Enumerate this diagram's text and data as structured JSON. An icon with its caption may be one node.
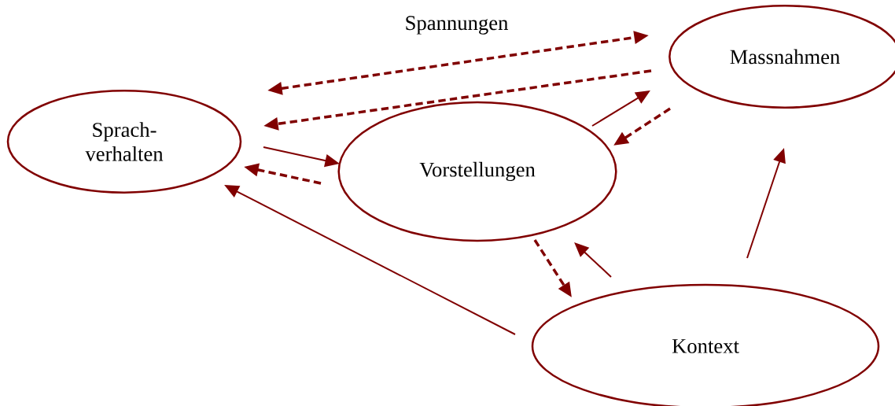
{
  "diagram": {
    "nodes": [
      {
        "text": [
          "Sprach- verhalten"
        ]
      },
      {
        "text": [
          "Massnahmen"
        ]
      },
      {
        "text": [
          "Vorstellungen"
        ]
      },
      {
        "text": [
          "Kontext"
        ]
      }
    ],
    "edges": [
      {
        "from": 0,
        "to": 1,
        "arrow": "both",
        "style": "dashed",
        "label": "Spannungen"
      },
      {
        "from": 1,
        "to": 0,
        "arrow": "to",
        "style": "dashed"
      },
      {
        "from": 0,
        "to": 2,
        "arrow": "to"
      },
      {
        "from": 2,
        "to": 0,
        "arrow": "to",
        "style": "dashed"
      },
      {
        "from": 2,
        "to": 1,
        "arrow": "to"
      },
      {
        "from": 1,
        "to": 2,
        "arrow": "to",
        "style": "dashed"
      },
      {
        "from": 2,
        "to": 3,
        "arrow": "to",
        "style": "dashed"
      },
      {
        "from": 3,
        "to": 2,
        "arrow": "to"
      },
      {
        "from": 3,
        "to": 0,
        "arrow": "to"
      },
      {
        "from": 3,
        "to": 1,
        "arrow": "to"
      }
    ]
  }
}
